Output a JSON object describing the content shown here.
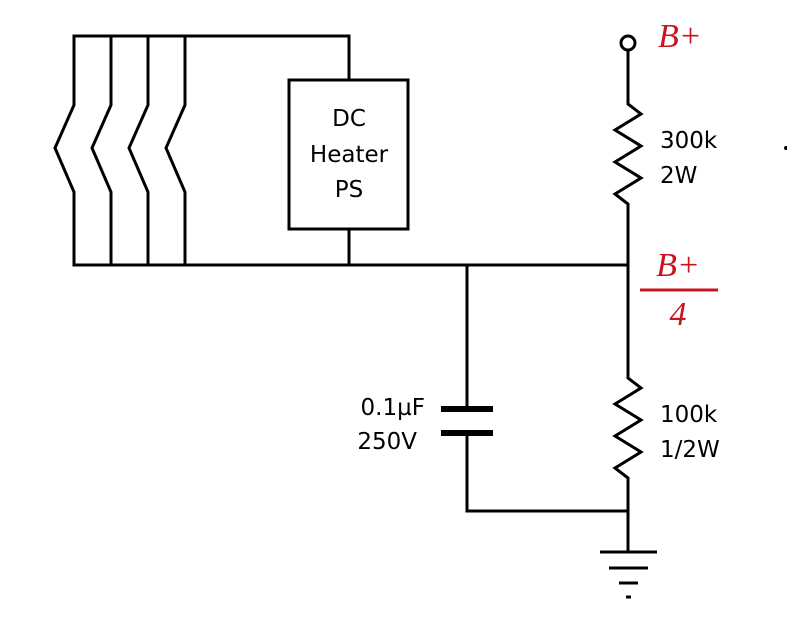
{
  "colors": {
    "wire": "#000000",
    "rail_label": "#c8141e",
    "background": "#ffffff"
  },
  "labels": {
    "supply_top": "B+",
    "midpoint_numerator": "B+",
    "midpoint_denominator": "4",
    "heater_ps_line1": "DC",
    "heater_ps_line2": "Heater",
    "heater_ps_line3": "PS",
    "r_top_value": "300k",
    "r_top_power": "2W",
    "r_bottom_value": "100k",
    "r_bottom_power": "1/2W",
    "cap_value": "0.1µF",
    "cap_voltage": "250V"
  },
  "icons": {
    "terminal": "open-circle-terminal",
    "ground": "ground-icon",
    "heater_filaments": "filament-zigzag-icon"
  }
}
